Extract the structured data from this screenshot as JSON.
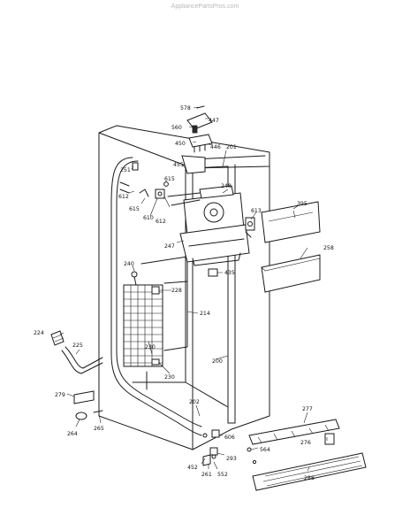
{
  "watermark": "AppliancePartsPros.com",
  "callouts": [
    "578",
    "447",
    "560",
    "450",
    "446",
    "455",
    "201",
    "251",
    "615",
    "248",
    "612",
    "615",
    "610",
    "612",
    "613",
    "395",
    "247",
    "258",
    "240",
    "435",
    "228",
    "214",
    "230",
    "224",
    "225",
    "200",
    "230",
    "279",
    "202",
    "277",
    "264",
    "265",
    "606",
    "276",
    "564",
    "452",
    "293",
    "261",
    "552",
    "288"
  ]
}
